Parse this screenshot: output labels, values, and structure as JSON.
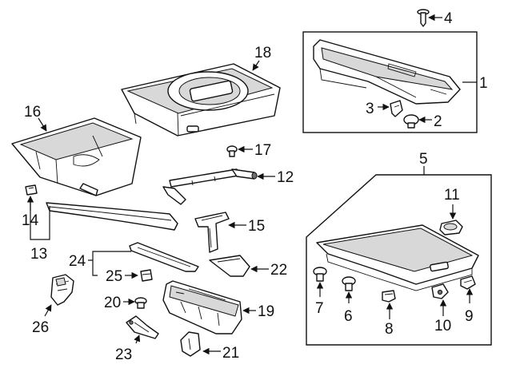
{
  "callouts": {
    "c1": "1",
    "c2": "2",
    "c3": "3",
    "c4": "4",
    "c5": "5",
    "c6": "6",
    "c7": "7",
    "c8": "8",
    "c9": "9",
    "c10": "10",
    "c11": "11",
    "c12": "12",
    "c13": "13",
    "c14": "14",
    "c15": "15",
    "c16": "16",
    "c17": "17",
    "c18": "18",
    "c19": "19",
    "c20": "20",
    "c21": "21",
    "c22": "22",
    "c23": "23",
    "c24": "24",
    "c25": "25",
    "c26": "26"
  },
  "colors": {
    "line": "#111111",
    "background": "#ffffff",
    "shade": "#d8d8d8"
  }
}
